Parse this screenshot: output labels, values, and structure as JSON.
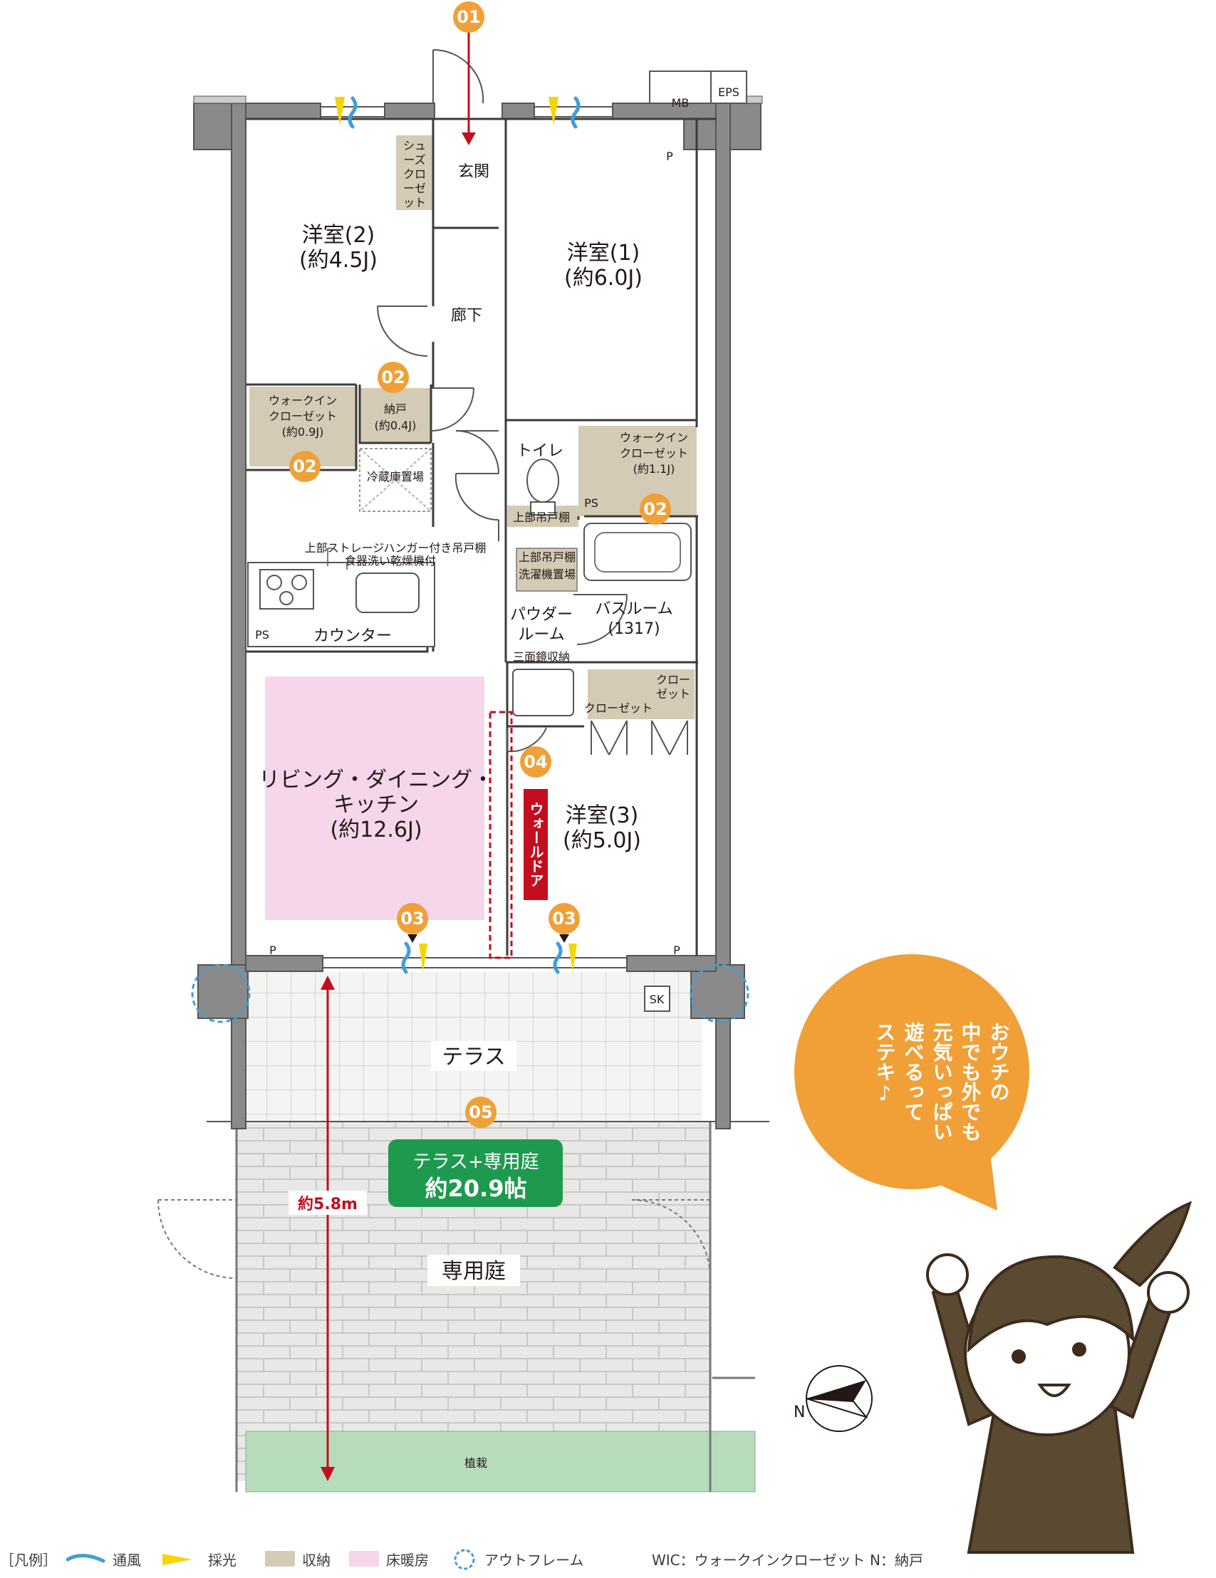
{
  "rooms": {
    "western2": {
      "name": "洋室(2)",
      "size": "(約4.5J)"
    },
    "western1": {
      "name": "洋室(1)",
      "size": "(約6.0J)"
    },
    "western3": {
      "name": "洋室(3)",
      "size": "(約5.0J)"
    },
    "ldk": {
      "line1": "リビング・ダイニング・",
      "line2": "キッチン",
      "size": "(約12.6J)"
    },
    "entrance": "玄関",
    "hallway": "廊下",
    "toilet": "トイレ",
    "powder": {
      "line1": "パウダー",
      "line2": "ルーム"
    },
    "bath": {
      "name": "バスルーム",
      "size": "(1317)"
    },
    "terrace": "テラス",
    "garden": "専用庭",
    "planting": "植栽"
  },
  "storage": {
    "shoe_closet": [
      "シュ",
      "ーズ",
      "クロ",
      "ーゼ",
      "ット"
    ],
    "wic_left": {
      "line1": "ウォークイン",
      "line2": "クローゼット",
      "size": "(約0.9J)"
    },
    "nando": {
      "name": "納戸",
      "size": "(約0.4J)"
    },
    "wic_right": {
      "line1": "ウォークイン",
      "line2": "クローゼット",
      "size": "(約1.1J)"
    },
    "closet_small_1": "クロー",
    "closet_small_2": "ゼット",
    "closet": "クローゼット"
  },
  "fixtures": {
    "fridge": "冷蔵庫置場",
    "hanger_note": "上部ストレージハンガー付き吊戸棚",
    "dish_dryer": "食器洗い乾燥機付",
    "counter": "カウンター",
    "upper_cabinet_1": "上部吊戸棚",
    "upper_cabinet_2": "上部吊戸棚",
    "washer": "洗濯機置場",
    "mirror": "三面鏡収納",
    "mb": "MB",
    "eps": "EPS",
    "ps1": "PS",
    "ps2": "PS",
    "sk": "SK",
    "p1": "P",
    "p2": "P",
    "p3": "P",
    "wall_door": "ウォールドア"
  },
  "badges": [
    "01",
    "02",
    "02",
    "02",
    "03",
    "03",
    "04",
    "05"
  ],
  "area": {
    "title": "テラス+専用庭",
    "value": "約20.9帖"
  },
  "dimension": "約5.8m",
  "speech": [
    "おウチの",
    "中でも外でも",
    "元気いっぱい",
    "遊べるって",
    "ステキ♪"
  ],
  "compass": "N",
  "legend": {
    "title": "［凡例］",
    "items": [
      "通風",
      "採光",
      "収納",
      "床暖房",
      "アウトフレーム"
    ],
    "note": "WIC：ウォークインクローゼット N：納戸"
  },
  "colors": {
    "badge": "#f0a037",
    "storage": "#d3cbb5",
    "floor_heating": "#f6d6ea",
    "green": "#1e9a4f",
    "red": "#c40d1e",
    "wind": "#3f9fd7",
    "light": "#f6d500",
    "wall": "#8a8a8a",
    "planting": "#b6dcbc"
  }
}
